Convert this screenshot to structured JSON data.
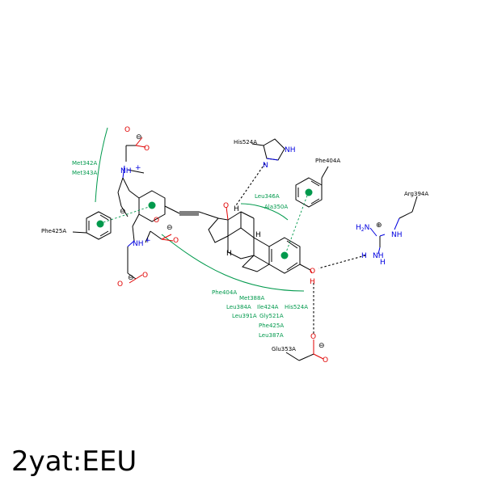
{
  "title": "2yat:EEU",
  "colors": {
    "hydrophobic": "#00994c",
    "oxygen": "#e00000",
    "nitrogen": "#0000e0",
    "bond": "#000000"
  },
  "residues": {
    "his524_top": "His524A",
    "phe404_top": "Phe404A",
    "arg394": "Arg394A",
    "met342": "Met342A",
    "met343": "Met343A",
    "phe425_left": "Phe425A",
    "leu346": "Leu346A",
    "ala350": "Ala350A",
    "glu353": "Glu353A",
    "contact_list": [
      "Phe404A",
      "Met388A",
      "Leu384A",
      "Ile424A",
      "His524A",
      "Leu391A",
      "Gly521A",
      "Phe425A",
      "Leu387A"
    ]
  },
  "atoms": {
    "O": "O",
    "N": "N",
    "H": "H",
    "NH": "NH",
    "NH_plus": "NH",
    "plus": "+",
    "minus": "⊖",
    "plus_circ": "⊕",
    "H2N": "H",
    "H2N_sub": "2",
    "H2N_N": "N"
  }
}
